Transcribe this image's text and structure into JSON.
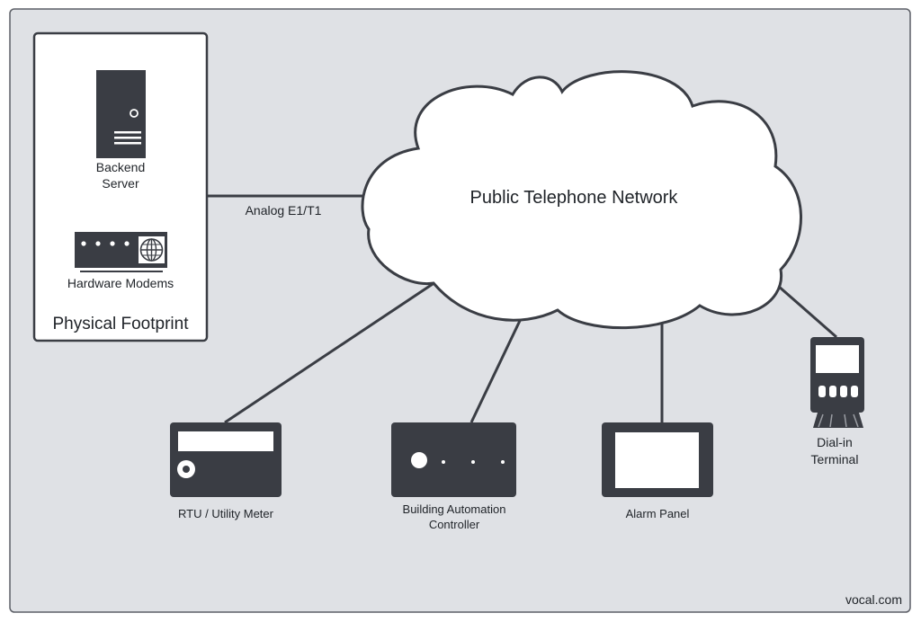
{
  "colors": {
    "background": "#dfe1e5",
    "frame_border": "#5c5f66",
    "device_dark": "#3a3d44",
    "device_light": "#ffffff",
    "line": "#3a3d44",
    "text": "#1f2328"
  },
  "physical_footprint": {
    "title": "Physical Footprint",
    "server": {
      "icon": "server-tower-icon",
      "label_line1": "Backend",
      "label_line2": "Server"
    },
    "modems": {
      "icon": "modem-rack-icon",
      "label": "Hardware Modems"
    }
  },
  "trunk": {
    "label": "Analog E1/T1"
  },
  "network": {
    "icon": "cloud-icon",
    "label": "Public Telephone Network"
  },
  "endpoints": {
    "rtu": {
      "icon": "utility-meter-icon",
      "label": "RTU / Utility Meter"
    },
    "bac": {
      "icon": "controller-icon",
      "label_line1": "Building Automation",
      "label_line2": "Controller"
    },
    "alarm": {
      "icon": "alarm-panel-icon",
      "label": "Alarm Panel"
    },
    "terminal": {
      "icon": "card-terminal-icon",
      "label_line1": "Dial-in",
      "label_line2": "Terminal"
    }
  },
  "footer": {
    "brand": "vocal.com"
  }
}
